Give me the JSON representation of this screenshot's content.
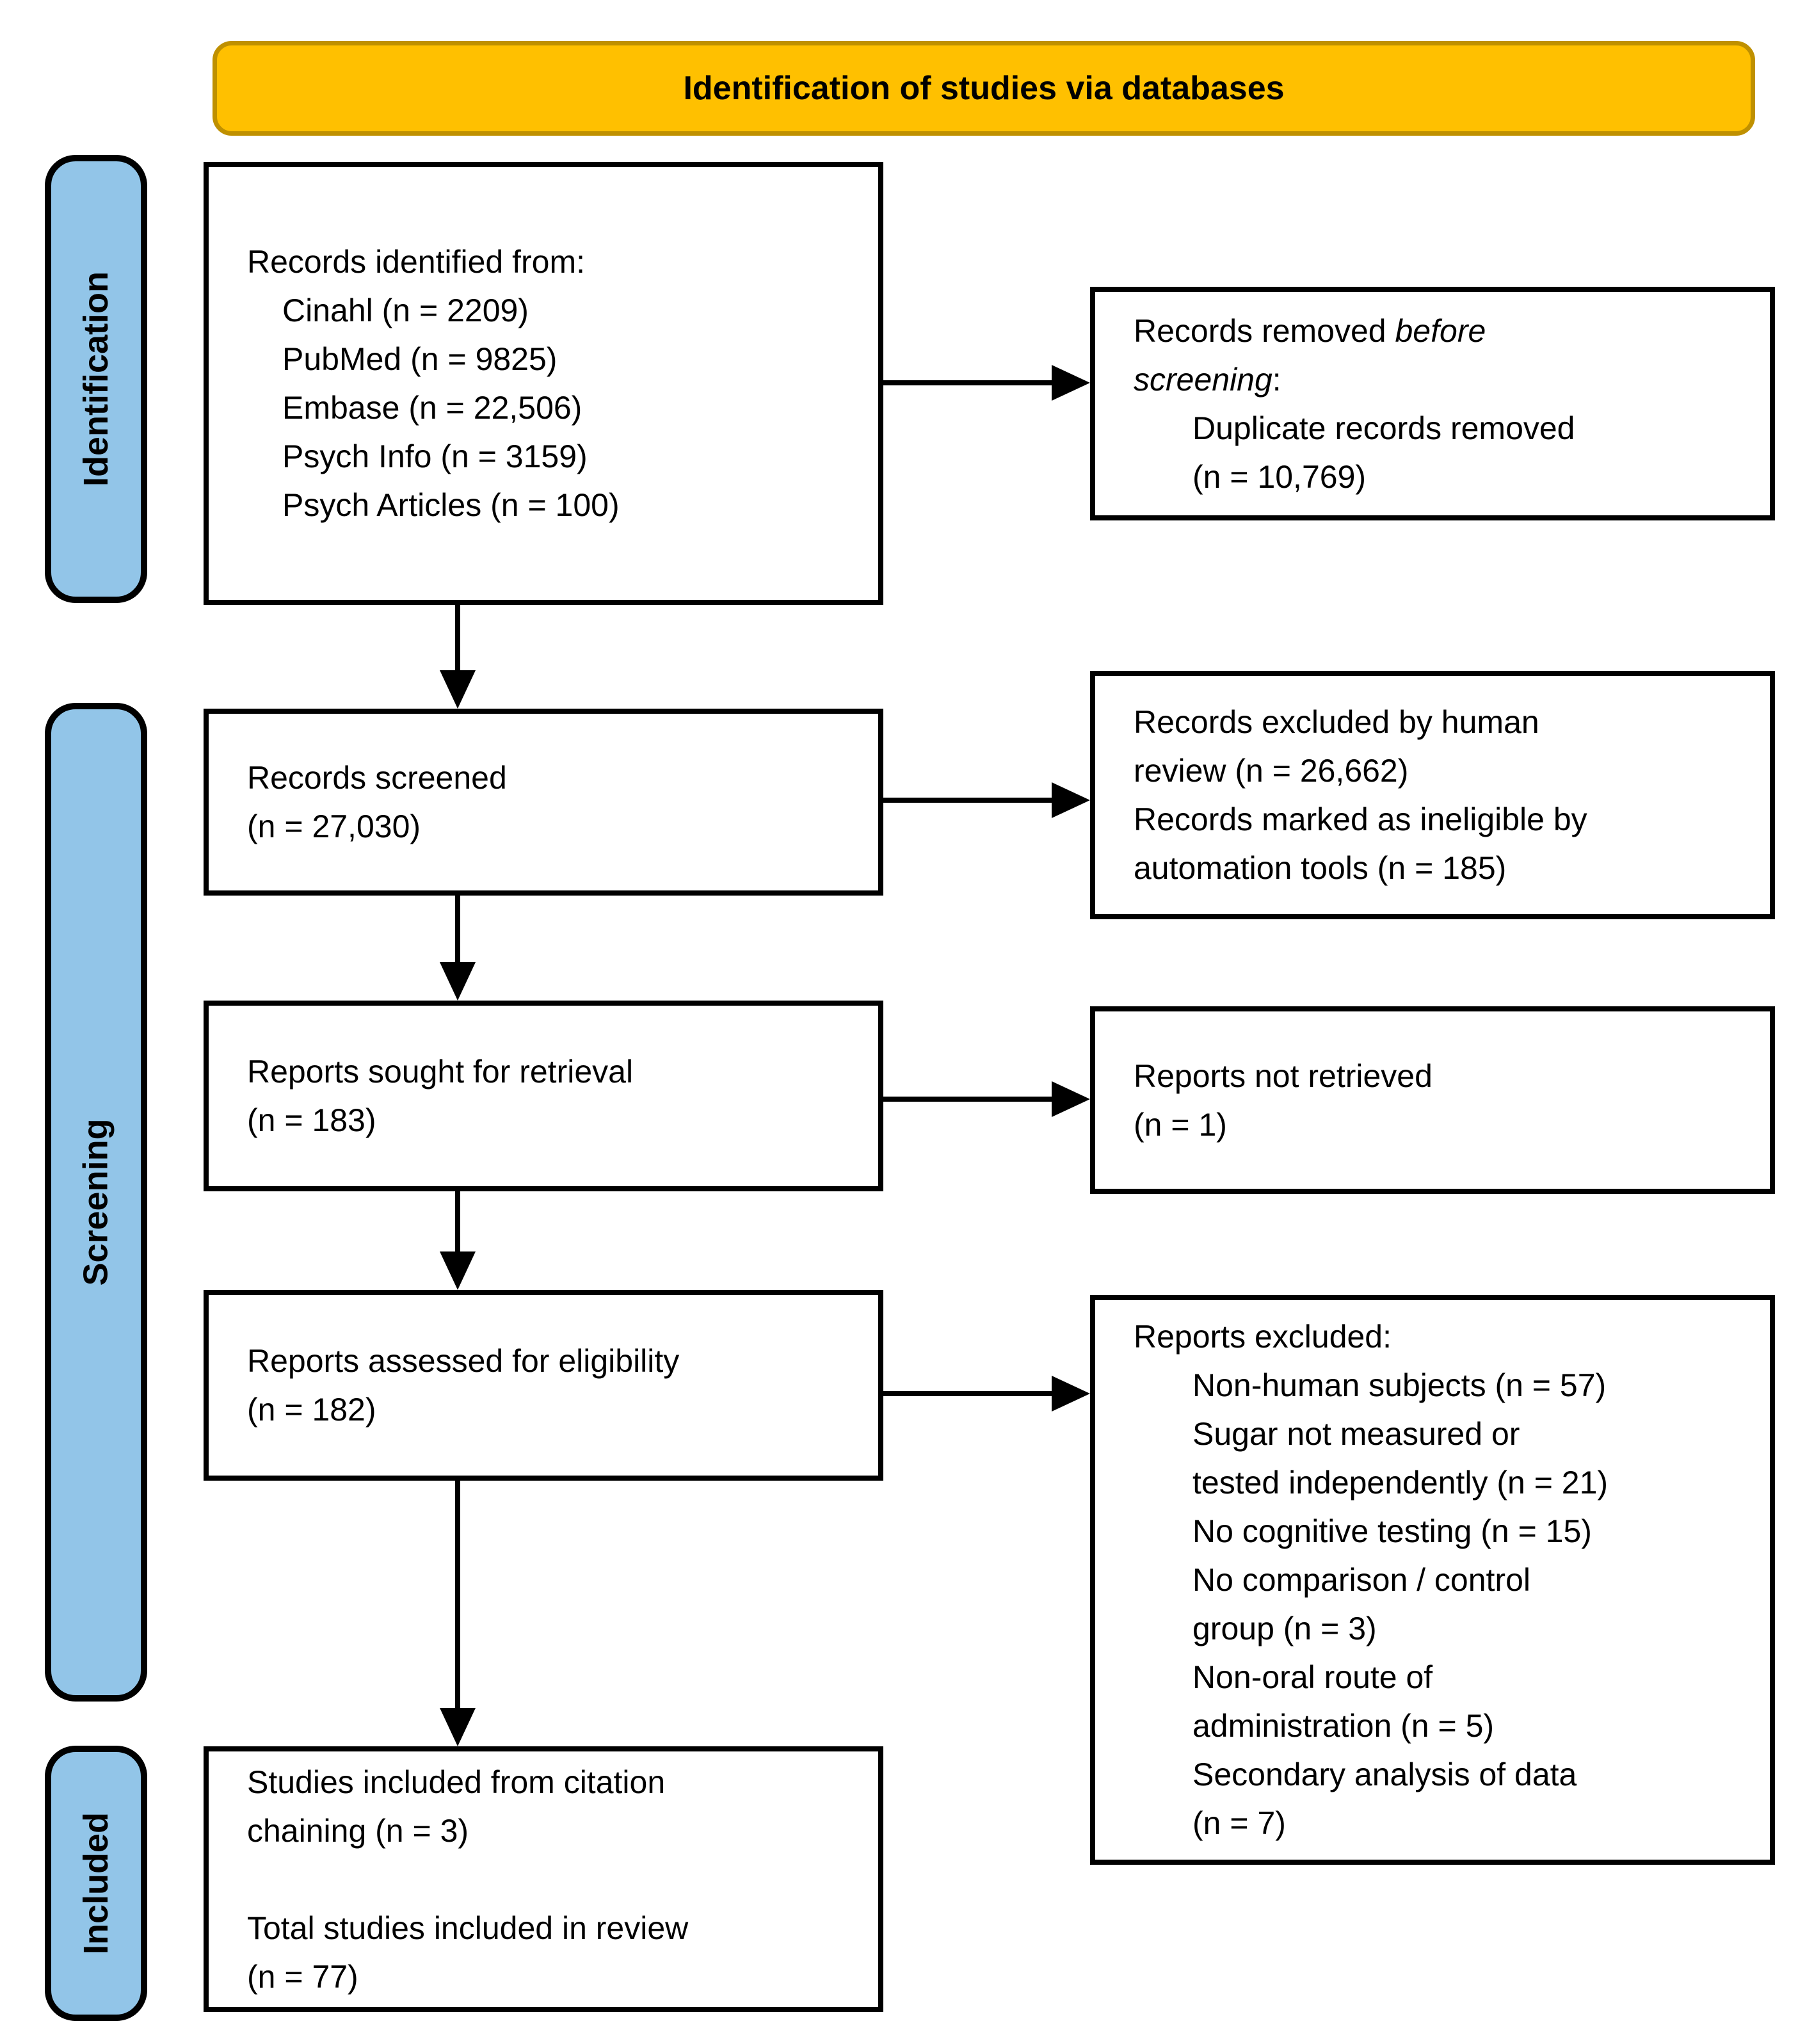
{
  "title": "PRISMA flow diagram",
  "colors": {
    "stage_blue": "#92C5E8",
    "banner_fill": "#FFC000",
    "banner_border": "#BF9000",
    "box_border": "#000000",
    "background": "#FFFFFF",
    "text": "#000000"
  },
  "banner": {
    "label": "Identification of studies via databases"
  },
  "sidebar": {
    "stages": [
      {
        "label": "Identification"
      },
      {
        "label": "Screening"
      },
      {
        "label": "Included"
      }
    ]
  },
  "boxes": {
    "records_identified": {
      "lines": [
        {
          "segs": [
            {
              "t": "Records identified from:"
            }
          ]
        },
        {
          "indent": true,
          "segs": [
            {
              "t": "Cinahl (n = 2209)"
            }
          ]
        },
        {
          "indent": true,
          "segs": [
            {
              "t": "PubMed (n = 9825)"
            }
          ]
        },
        {
          "indent": true,
          "segs": [
            {
              "t": "Embase (n = 22,506)"
            }
          ]
        },
        {
          "indent": true,
          "segs": [
            {
              "t": "Psych Info (n = 3159)"
            }
          ]
        },
        {
          "indent": true,
          "segs": [
            {
              "t": "Psych Articles (n = 100)"
            }
          ]
        }
      ]
    },
    "records_removed": {
      "lines": [
        {
          "segs": [
            {
              "t": "Records removed "
            },
            {
              "t": "before",
              "i": true
            }
          ]
        },
        {
          "segs": [
            {
              "t": "screening",
              "i": true
            },
            {
              "t": ":"
            }
          ]
        },
        {
          "indent": true,
          "segs": [
            {
              "t": "Duplicate records removed"
            }
          ]
        },
        {
          "indent": true,
          "segs": [
            {
              "t": "(n = 10,769)"
            }
          ]
        }
      ]
    },
    "records_screened": {
      "lines": [
        {
          "segs": [
            {
              "t": "Records screened"
            }
          ]
        },
        {
          "segs": [
            {
              "t": "(n = 27,030)"
            }
          ]
        }
      ]
    },
    "records_excluded": {
      "lines": [
        {
          "segs": [
            {
              "t": "Records excluded by human"
            }
          ]
        },
        {
          "segs": [
            {
              "t": "review (n = 26,662)"
            }
          ]
        },
        {
          "segs": [
            {
              "t": "Records marked as ineligible by"
            }
          ]
        },
        {
          "segs": [
            {
              "t": "automation tools (n = 185)"
            }
          ]
        }
      ]
    },
    "reports_sought": {
      "lines": [
        {
          "segs": [
            {
              "t": "Reports sought for retrieval"
            }
          ]
        },
        {
          "segs": [
            {
              "t": "(n = 183)"
            }
          ]
        }
      ]
    },
    "reports_not_retrieved": {
      "lines": [
        {
          "segs": [
            {
              "t": "Reports not retrieved"
            }
          ]
        },
        {
          "segs": [
            {
              "t": "(n = 1)"
            }
          ]
        }
      ]
    },
    "reports_assessed": {
      "lines": [
        {
          "segs": [
            {
              "t": "Reports assessed for eligibility"
            }
          ]
        },
        {
          "segs": [
            {
              "t": "(n = 182)"
            }
          ]
        }
      ]
    },
    "reports_excluded": {
      "lines": [
        {
          "segs": [
            {
              "t": "Reports excluded:"
            }
          ]
        },
        {
          "indent": true,
          "segs": [
            {
              "t": "Non-human subjects (n = 57)"
            }
          ]
        },
        {
          "indent": true,
          "segs": [
            {
              "t": "Sugar not measured or"
            }
          ]
        },
        {
          "indent": true,
          "segs": [
            {
              "t": "tested independently (n = 21)"
            }
          ]
        },
        {
          "indent": true,
          "segs": [
            {
              "t": "No cognitive testing (n = 15)"
            }
          ]
        },
        {
          "indent": true,
          "segs": [
            {
              "t": "No comparison / control"
            }
          ]
        },
        {
          "indent": true,
          "segs": [
            {
              "t": "group (n = 3)"
            }
          ]
        },
        {
          "indent": true,
          "segs": [
            {
              "t": "Non-oral route of"
            }
          ]
        },
        {
          "indent": true,
          "segs": [
            {
              "t": "administration (n = 5)"
            }
          ]
        },
        {
          "indent": true,
          "segs": [
            {
              "t": "Secondary analysis of data"
            }
          ]
        },
        {
          "indent": true,
          "segs": [
            {
              "t": "(n = 7)"
            }
          ]
        }
      ]
    },
    "studies_included": {
      "lines": [
        {
          "segs": [
            {
              "t": "Studies included from citation"
            }
          ]
        },
        {
          "segs": [
            {
              "t": "chaining (n = 3)"
            }
          ]
        },
        {
          "segs": [
            {
              "t": " "
            }
          ]
        },
        {
          "segs": [
            {
              "t": "Total studies included in review"
            }
          ]
        },
        {
          "segs": [
            {
              "t": "(n = 77)"
            }
          ]
        }
      ]
    }
  }
}
